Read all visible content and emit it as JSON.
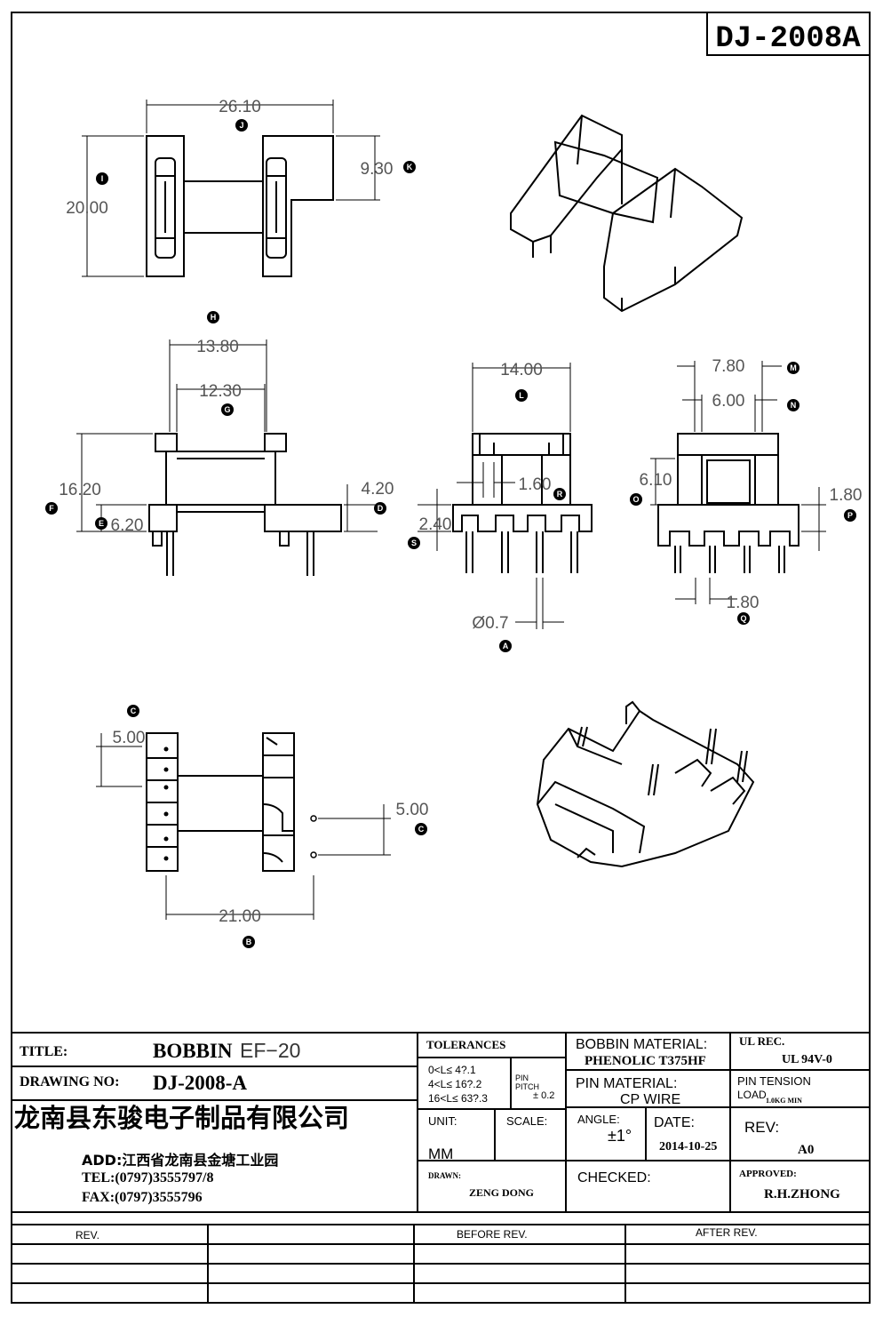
{
  "drawing_id": "DJ-2008A",
  "dimensions": {
    "top_width": "26.10",
    "top_height": "20.00",
    "top_step": "9.30",
    "side_outer": "13.80",
    "side_inner": "12.30",
    "side_height": "16.20",
    "side_base": "6.20",
    "side_flange": "4.20",
    "front_width": "14.00",
    "front_step": "1.60",
    "front_pin_height": "2.40",
    "front_pin_dia": "Ø0.7",
    "end_outer": "7.80",
    "end_inner": "6.00",
    "end_height": "6.10",
    "end_pin_offset": "1.80",
    "end_pin_pitch": "1.80",
    "bottom_pitch_left": "5.00",
    "bottom_pitch_right": "5.00",
    "bottom_span": "21.00"
  },
  "callouts": {
    "A": "A",
    "B": "B",
    "C": "C",
    "D": "D",
    "E": "E",
    "F": "F",
    "G": "G",
    "H": "H",
    "I": "I",
    "J": "J",
    "K": "K",
    "L": "L",
    "M": "M",
    "N": "N",
    "O": "O",
    "P": "P",
    "Q": "Q",
    "R": "R",
    "S": "S"
  },
  "title_block": {
    "title_label": "TITLE:",
    "title_bold": "BOBBIN",
    "title_value": "EF−20",
    "drawing_no_label": "DRAWING NO:",
    "drawing_no_value": "DJ-2008-A",
    "company": "龙南县东骏电子制品有限公司",
    "add": "ADD:江西省龙南县金塘工业园",
    "tel": "TEL:(0797)3555797/8",
    "fax": "FAX:(0797)3555796",
    "tolerances_label": "TOLERANCES",
    "tol_1": "0<L≤ 4?.1",
    "tol_2": "4<L≤ 16?.2",
    "tol_3": "16<L≤ 63?.3",
    "pin_pitch_label": "PIN\nPITCH",
    "pin_pitch_value": "± 0.2",
    "unit_label": "UNIT:",
    "unit_value": "MM",
    "scale_label": "SCALE:",
    "bobbin_material_label": "BOBBIN MATERIAL:",
    "bobbin_material_value": "PHENOLIC  T375HF",
    "ul_rec_label": "UL REC.",
    "ul_rec_value": "UL  94V-0",
    "pin_material_label": "PIN MATERIAL:",
    "pin_material_value": "CP WIRE",
    "pin_tension_label": "PIN TENSION",
    "pin_tension_load": "LOAD",
    "pin_tension_value": "1.0KG MIN",
    "angle_label": "ANGLE:",
    "angle_value": "±1°",
    "date_label": "DATE:",
    "date_value": "2014-10-25",
    "rev_label": "REV:",
    "rev_value": "A0",
    "drawn_label": "DRAWN:",
    "drawn_value": "ZENG DONG",
    "checked_label": "CHECKED:",
    "approved_label": "APPROVED:",
    "approved_value": "R.H.ZHONG",
    "rev_col": "REV.",
    "before_rev": "BEFORE REV.",
    "after_rev": "AFTER REV."
  }
}
